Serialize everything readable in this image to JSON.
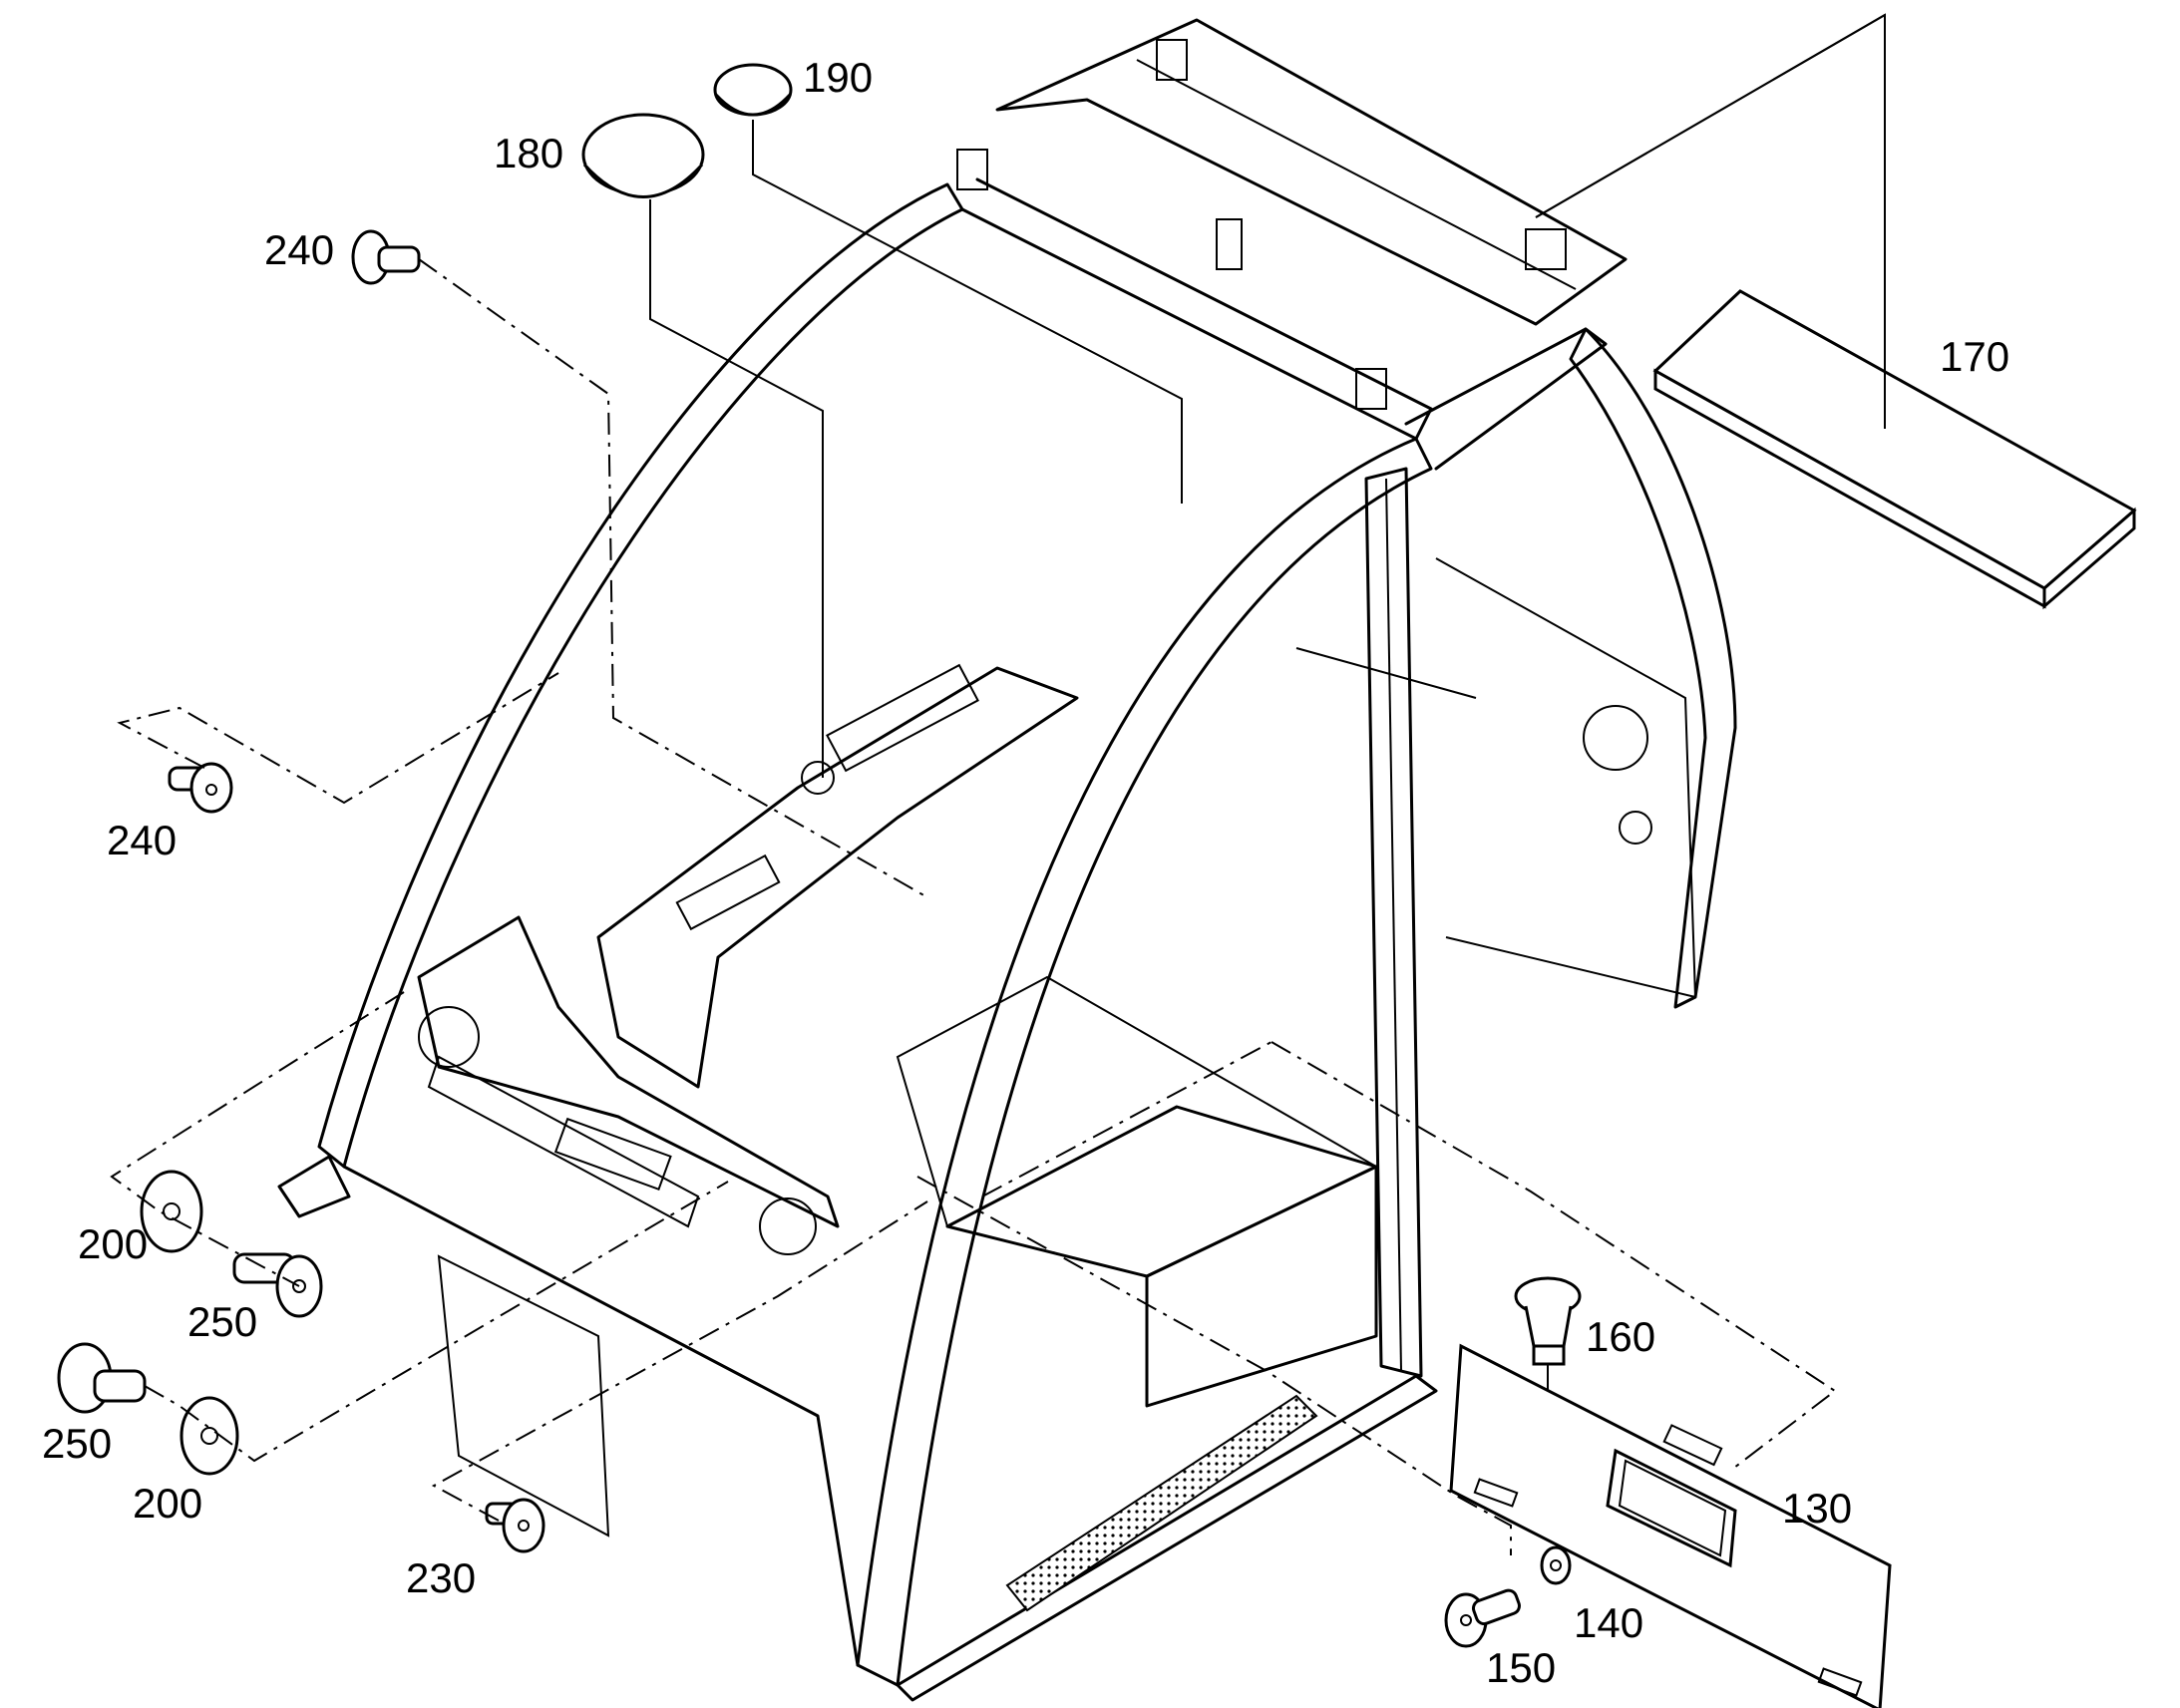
{
  "callouts": {
    "c190": "190",
    "c180": "180",
    "c240a": "240",
    "c240b": "240",
    "c170": "170",
    "c200a": "200",
    "c250a": "250",
    "c250b": "250",
    "c200b": "200",
    "c230": "230",
    "c160": "160",
    "c130": "130",
    "c140": "140",
    "c150": "150"
  },
  "colors": {
    "line": "#000000",
    "background": "#ffffff"
  }
}
